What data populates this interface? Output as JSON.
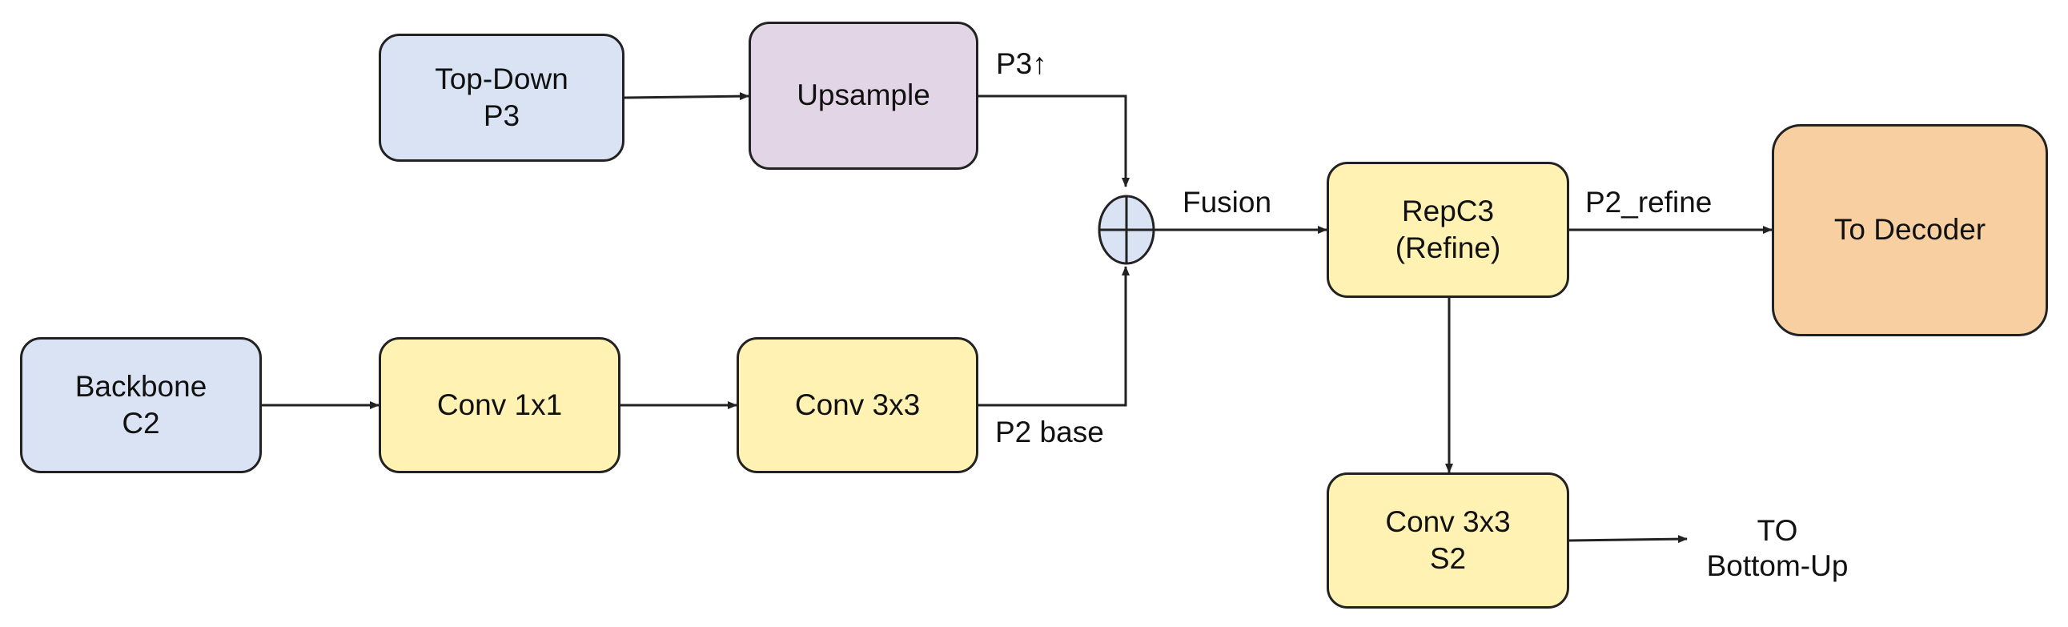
{
  "colors": {
    "blue": "#dae3f3",
    "purple": "#e2d6e6",
    "yellow": "#fff2b3",
    "orange": "#f8cfa0",
    "stroke": "#222222"
  },
  "nodes": {
    "topdown_p3": "Top-Down\nP3",
    "upsample": "Upsample",
    "backbone_c2": "Backbone\nC2",
    "conv1x1": "Conv 1x1",
    "conv3x3": "Conv 3x3",
    "repc3": "RepC3\n(Refine)",
    "decoder": "To Decoder",
    "conv3x3_s2": "Conv 3x3\nS2"
  },
  "labels": {
    "p3_up": "P3↑",
    "fusion": "Fusion",
    "p2_base": "P2 base",
    "p2_refine": "P2_refine",
    "to_bottom_up": "TO\nBottom-Up"
  }
}
